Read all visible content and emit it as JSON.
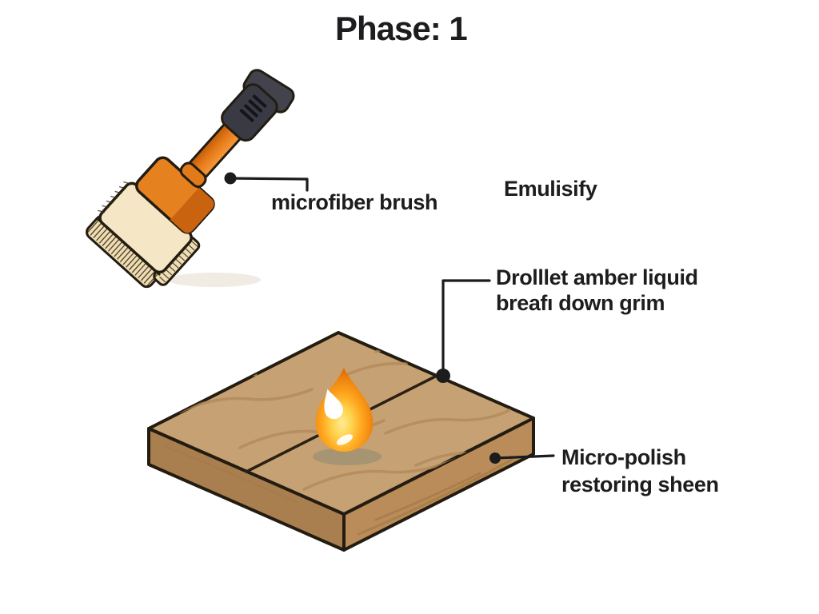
{
  "title": "Phase: 1",
  "labels": {
    "brush": "microfiber brush",
    "emulsify": "Emulisify",
    "droplet_line1": "Drolllet amber liquid",
    "droplet_line2": "breafı down grim",
    "polish_line1": "Micro-polish",
    "polish_line2": "restoring sheen"
  },
  "colors": {
    "background": "#ffffff",
    "ink": "#1d1c1e",
    "outline": "#231c11",
    "leader": "#1c1c1c",
    "wood_top": "#c6a173",
    "wood_left": "#aa7f4f",
    "wood_right": "#b98c5a",
    "wood_grain_top": "#b28a5b",
    "wood_grain_side": "#a57946",
    "seam": "#2a2013",
    "brush_head_orange": "#e5811f",
    "brush_head_dark": "#c96310",
    "brush_collar": "#e27a1b",
    "handle_dark": "#3a3a44",
    "handle_cap": "#43434e",
    "handle_slot": "#14141a",
    "bristle_cream": "#f5e7c6",
    "bristle_fringe": "#efddb4",
    "bristle_tick": "#3a2d17",
    "drop_shadow": "#8d8a72",
    "soft_shadow": "#e9e4d8"
  }
}
